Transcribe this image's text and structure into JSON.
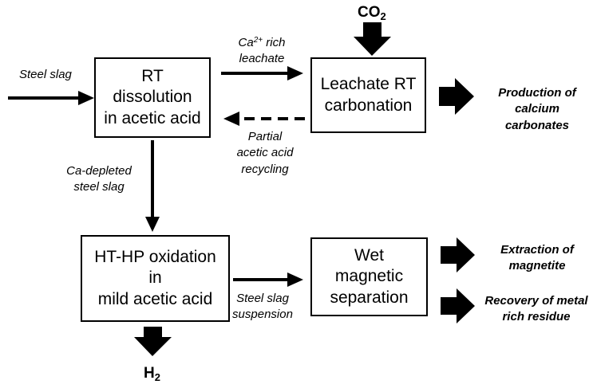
{
  "boxes": {
    "rt_dissolution": {
      "line1": "RT dissolution",
      "line2": "in acetic acid"
    },
    "leachate_carbonation": {
      "line1": "Leachate RT",
      "line2": "carbonation"
    },
    "ht_hp_oxidation": {
      "line1": "HT-HP oxidation in",
      "line2": "mild acetic acid"
    },
    "wet_magnetic_separation": {
      "line1": "Wet magnetic",
      "line2": "separation"
    }
  },
  "labels": {
    "steel_slag_input": "Steel slag",
    "ca_rich_leachate": {
      "ion_base": "Ca",
      "ion_charge": "2+",
      "line1_rest": " rich",
      "line2": "leachate"
    },
    "partial_recycling": {
      "line1": "Partial",
      "line2": "acetic acid",
      "line3": "recycling"
    },
    "ca_depleted": {
      "line1": "Ca-depleted",
      "line2": "steel slag"
    },
    "slag_suspension": {
      "line1": "Steel slag",
      "line2": "suspension"
    }
  },
  "outputs": {
    "calcium_carbonates": {
      "line1": "Production of",
      "line2": "calcium",
      "line3": "carbonates"
    },
    "magnetite": {
      "line1": "Extraction of",
      "line2": "magnetite"
    },
    "metal_residue": {
      "line1": "Recovery of metal",
      "line2": "rich residue"
    }
  },
  "gases": {
    "co2": {
      "base": "CO",
      "sub": "2"
    },
    "h2": {
      "base": "H",
      "sub": "2"
    }
  }
}
